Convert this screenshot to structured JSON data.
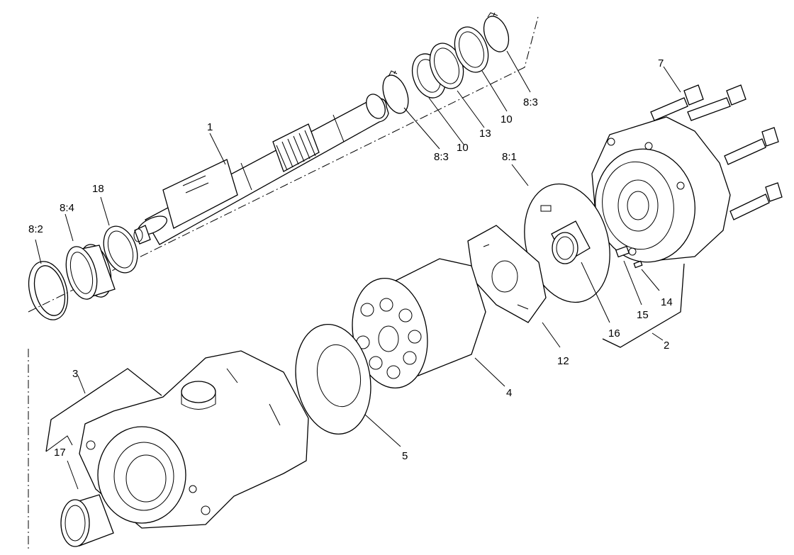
{
  "callouts": {
    "c1": "1",
    "c2": "2",
    "c3": "3",
    "c4": "4",
    "c5": "5",
    "c7": "7",
    "c8_1": "8:1",
    "c8_2": "8:2",
    "c8_3_a": "8:3",
    "c8_3_b": "8:3",
    "c8_4": "8:4",
    "c10_a": "10",
    "c10_b": "10",
    "c12": "12",
    "c13": "13",
    "c14": "14",
    "c15": "15",
    "c16": "16",
    "c17": "17",
    "c18": "18"
  }
}
